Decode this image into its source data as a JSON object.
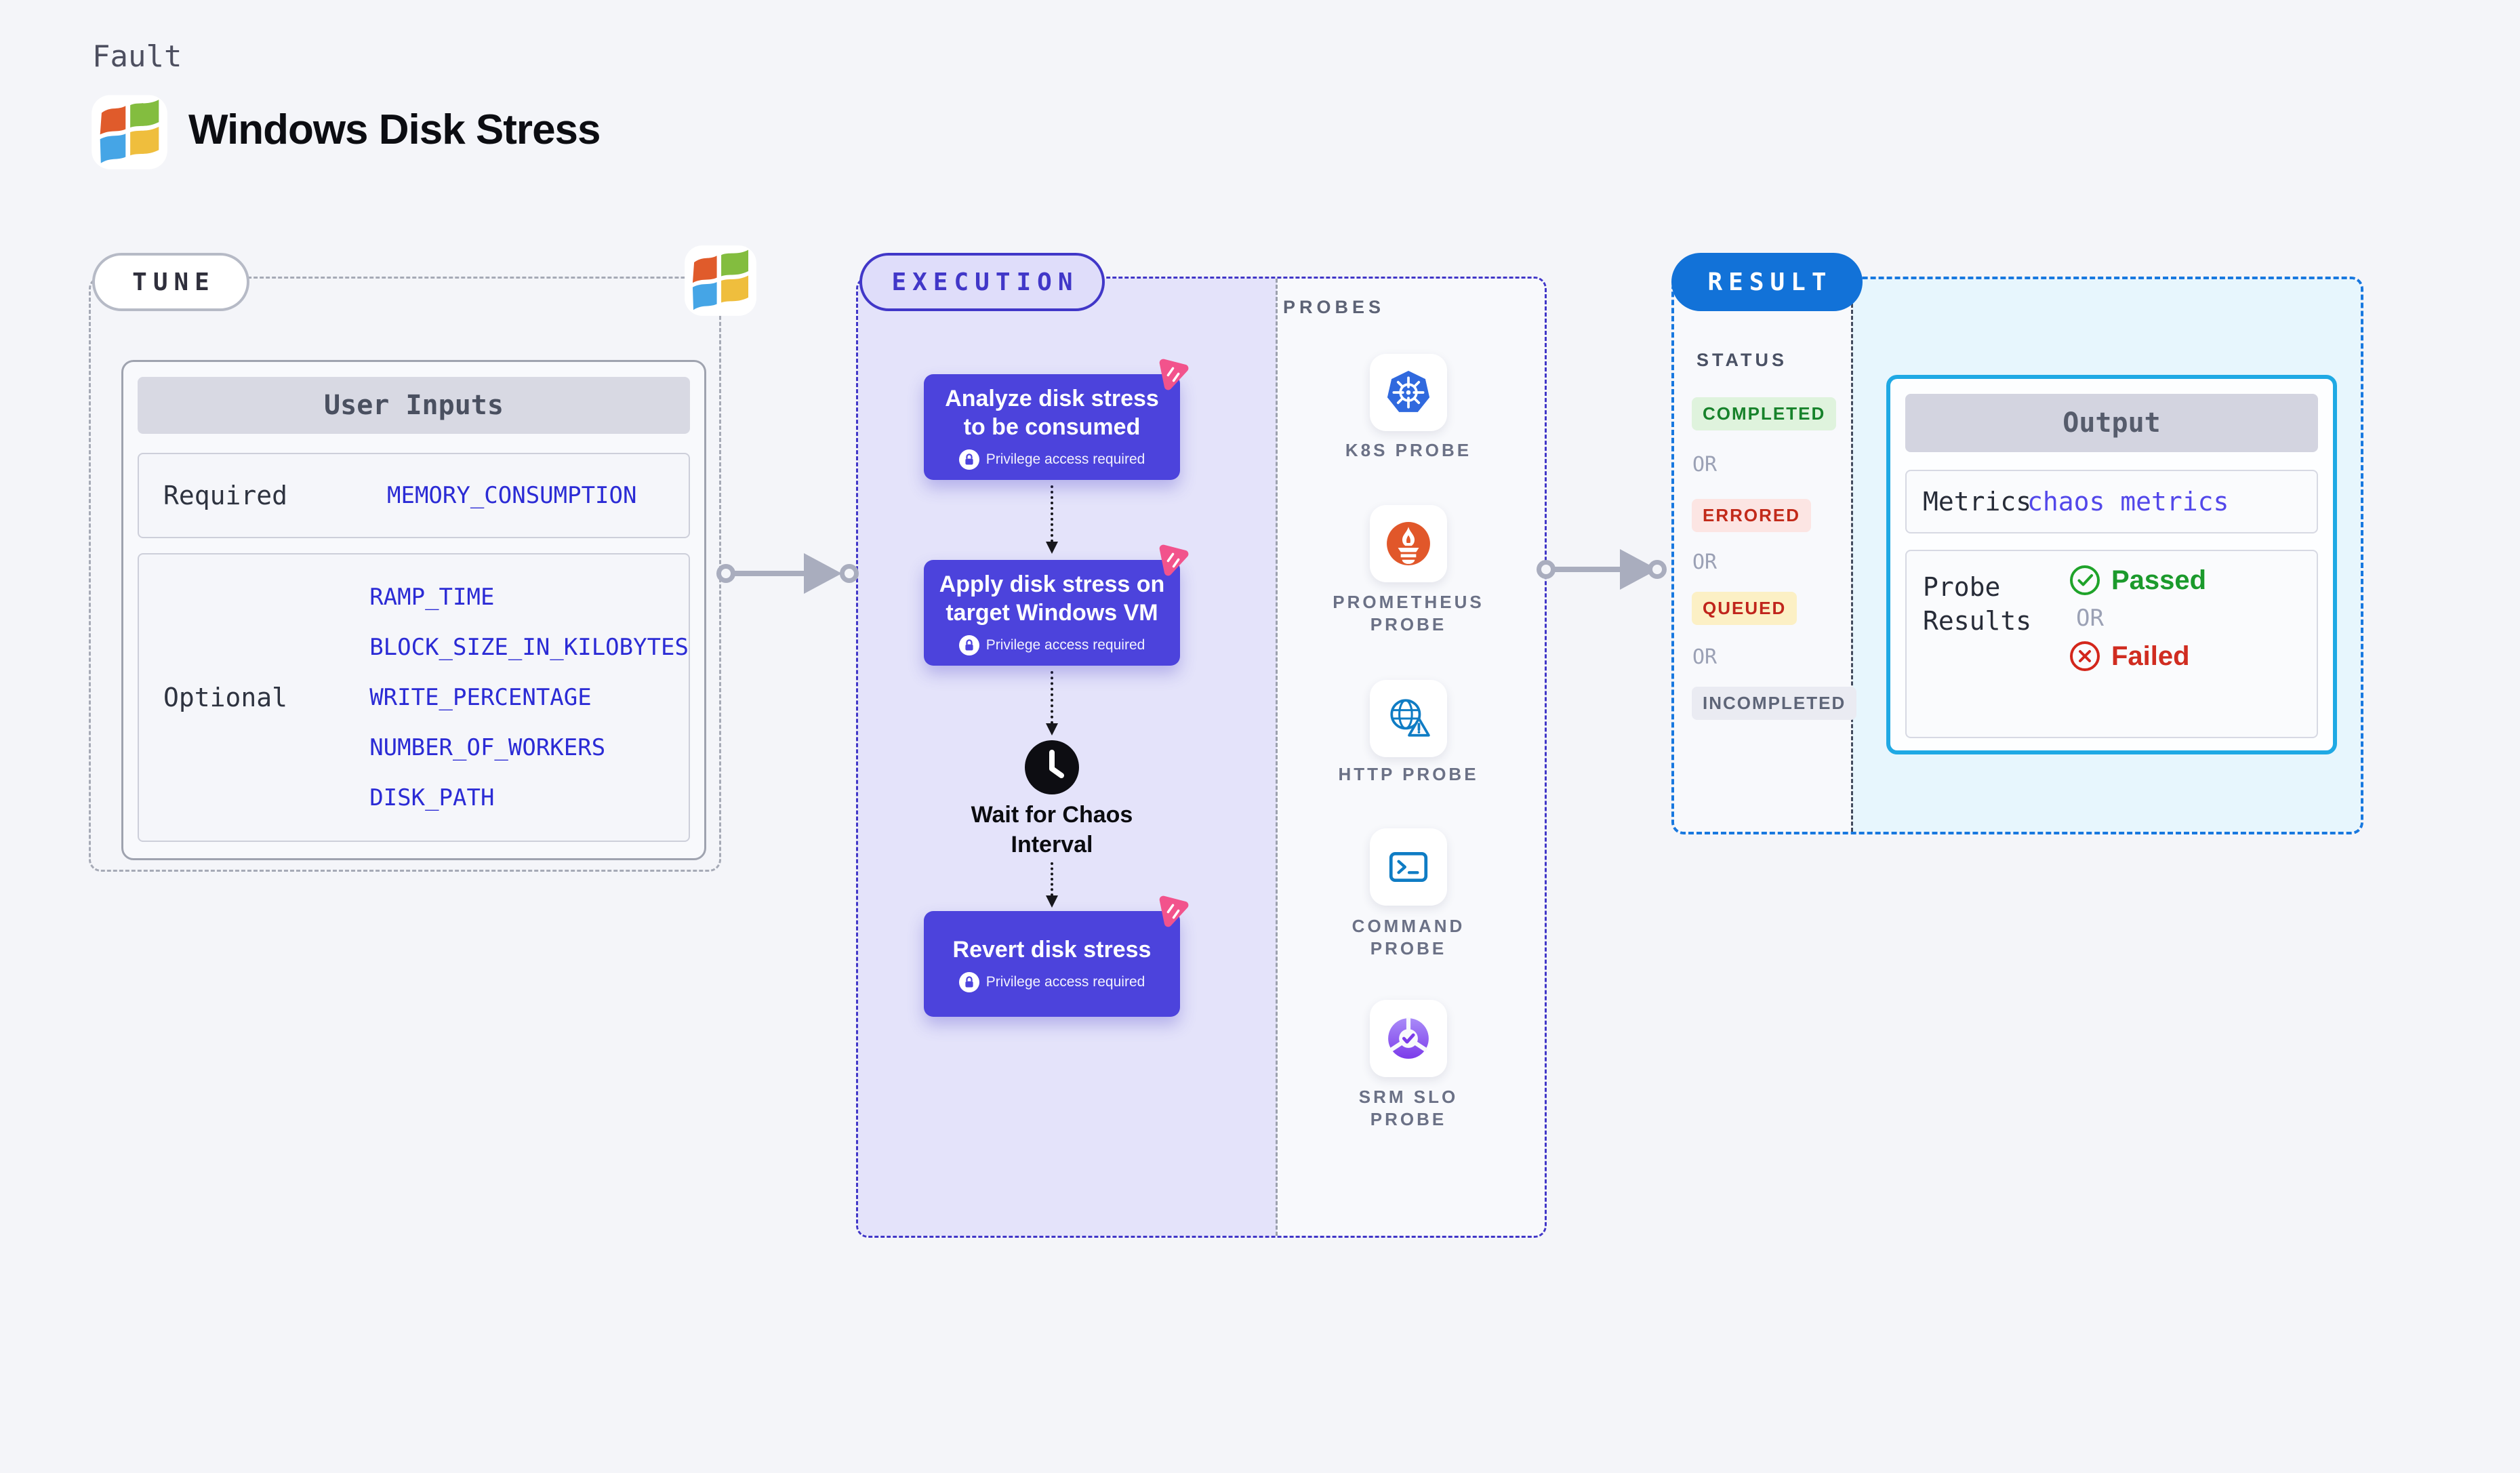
{
  "header": {
    "kicker": "Fault",
    "title": "Windows Disk Stress",
    "logo_icon": "windows-logo-icon"
  },
  "tune": {
    "badge": "TUNE",
    "corner_icon": "windows-logo-icon",
    "user_inputs": {
      "title": "User Inputs",
      "required_label": "Required",
      "required_params": [
        "MEMORY_CONSUMPTION"
      ],
      "optional_label": "Optional",
      "optional_params": [
        "RAMP_TIME",
        "BLOCK_SIZE_IN_KILOBYTES",
        "WRITE_PERCENTAGE",
        "NUMBER_OF_WORKERS",
        "DISK_PATH"
      ]
    }
  },
  "execution": {
    "badge": "EXECUTION",
    "steps": [
      "Analyze disk stress\nto be consumed",
      "Apply disk stress on\ntarget Windows VM",
      "Revert disk stress"
    ],
    "privilege_label": "Privilege access required",
    "privilege_icon": "lock-icon",
    "step_corner_icon": "chaos-fault-icon",
    "wait_icon": "clock-icon",
    "wait_label": "Wait for Chaos\nInterval"
  },
  "probes": {
    "title": "PROBES",
    "items": [
      {
        "label": "K8S PROBE",
        "icon": "kubernetes-icon"
      },
      {
        "label": "PROMETHEUS PROBE",
        "icon": "prometheus-icon"
      },
      {
        "label": "HTTP PROBE",
        "icon": "http-globe-icon"
      },
      {
        "label": "COMMAND PROBE",
        "icon": "terminal-icon"
      },
      {
        "label": "SRM SLO PROBE",
        "icon": "slo-gauge-icon"
      }
    ]
  },
  "result": {
    "badge": "RESULT",
    "status_title": "STATUS",
    "or_label": "OR",
    "statuses": [
      {
        "label": "COMPLETED",
        "text_color": "#17822B",
        "bg_color": "#DFF3DD"
      },
      {
        "label": "ERRORED",
        "text_color": "#C22A1A",
        "bg_color": "#FCE5E3"
      },
      {
        "label": "QUEUED",
        "text_color": "#C0251C",
        "bg_color": "#FCF0C5"
      },
      {
        "label": "INCOMPLETED",
        "text_color": "#5E6578",
        "bg_color": "#EAEBF2"
      }
    ],
    "output": {
      "title": "Output",
      "metrics_label": "Metrics",
      "metrics_value": "chaos metrics",
      "probe_results_label": "Probe Results",
      "passed_label": "Passed",
      "passed_icon": "check-circle-icon",
      "or_label": "OR",
      "failed_label": "Failed",
      "failed_icon": "x-circle-icon"
    }
  },
  "colors": {
    "page_bg": "#F4F5F9",
    "accent_indigo": "#4137C8",
    "step_card": "#4C43DC",
    "execution_fill": "#E4E3FA",
    "result_blue_badge": "#1272D8",
    "result_dashed_border": "#1878DF",
    "result_cyan_fill": "#E7F6FD",
    "output_border": "#1FA9E4",
    "param_blue": "#2B2BD5",
    "metrics_value_blue": "#5348EA",
    "chaos_pink": "#F2538C",
    "arrow_gray": "#A9ADBE",
    "passed_green": "#1B9A2C",
    "failed_red": "#D02C20"
  }
}
